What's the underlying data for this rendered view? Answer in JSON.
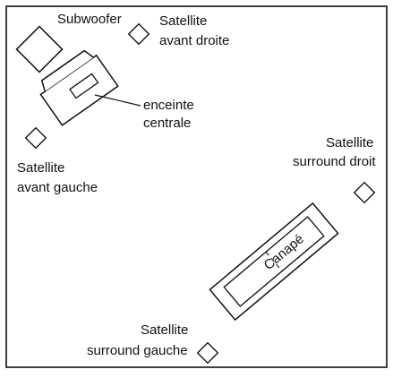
{
  "diagram": {
    "labels": {
      "subwoofer": "Subwoofer",
      "satellite_front_right": [
        "Satellite",
        "avant droite"
      ],
      "center_speaker": [
        "enceinte",
        "centrale"
      ],
      "satellite_front_left": [
        "Satellite",
        "avant gauche"
      ],
      "satellite_surround_right": [
        "Satellite",
        "surround droit"
      ],
      "sofa": "Canapé",
      "satellite_surround_left": [
        "Satellite",
        "surround gauche"
      ]
    },
    "colors": {
      "stroke": "#111111",
      "background": "#ffffff"
    }
  }
}
